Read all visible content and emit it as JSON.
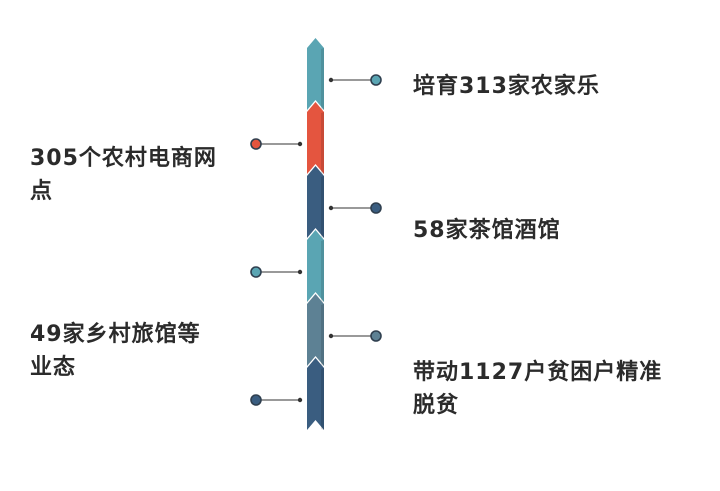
{
  "timeline": {
    "colors": {
      "teal": "#5aa5b3",
      "red": "#e4553f",
      "navy": "#3a5d80",
      "slate": "#5d8194",
      "connector": "#333333"
    },
    "segments": [
      {
        "color": "teal",
        "side": "right"
      },
      {
        "color": "red",
        "side": "left"
      },
      {
        "color": "navy",
        "side": "right"
      },
      {
        "color": "teal",
        "side": "left"
      },
      {
        "color": "slate",
        "side": "right"
      },
      {
        "color": "navy",
        "side": "left"
      }
    ]
  },
  "labels": {
    "item1": "培育313家农家乐",
    "item2": "305个农村电商网\n点",
    "item3": "58家茶馆酒馆",
    "item4": "49家乡村旅馆等\n业态",
    "item5": "带动1127户贫困户精准\n脱贫"
  }
}
